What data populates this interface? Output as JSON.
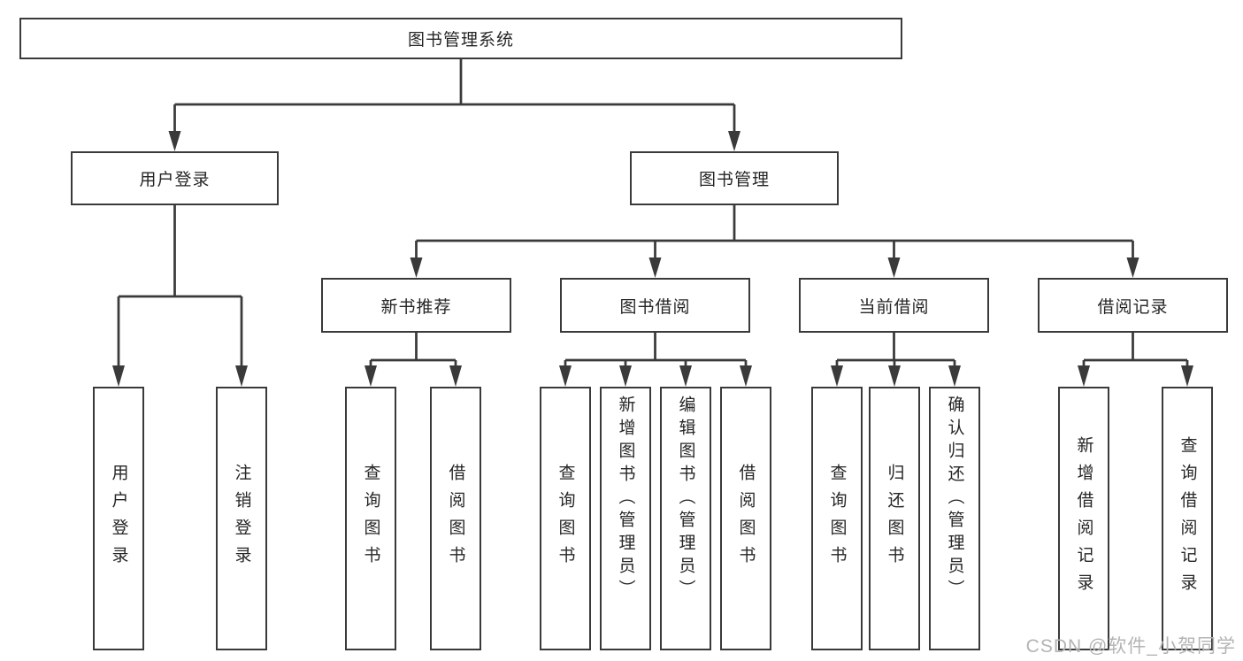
{
  "tree": {
    "label": "图书管理系统",
    "children": [
      {
        "label": "用户登录",
        "children": [
          {
            "label": "用户登录"
          },
          {
            "label": "注销登录"
          }
        ]
      },
      {
        "label": "图书管理",
        "children": [
          {
            "label": "新书推荐",
            "children": [
              {
                "label": "查询图书"
              },
              {
                "label": "借阅图书"
              }
            ]
          },
          {
            "label": "图书借阅",
            "children": [
              {
                "label": "查询图书"
              },
              {
                "label": "新增图书（管理员）"
              },
              {
                "label": "编辑图书（管理员）"
              },
              {
                "label": "借阅图书"
              }
            ]
          },
          {
            "label": "当前借阅",
            "children": [
              {
                "label": "查询图书"
              },
              {
                "label": "归还图书"
              },
              {
                "label": "确认归还（管理员）"
              }
            ]
          },
          {
            "label": "借阅记录",
            "children": [
              {
                "label": "新增借阅记录"
              },
              {
                "label": "查询借阅记录"
              }
            ]
          }
        ]
      }
    ]
  },
  "watermark": {
    "text": "CSDN @软件_小贺同学"
  },
  "colors": {
    "line": "#3a3a3a",
    "box_border": "#3a3a3a",
    "text": "#262626",
    "watermark": "#b4b4b4",
    "background": "#ffffff"
  }
}
